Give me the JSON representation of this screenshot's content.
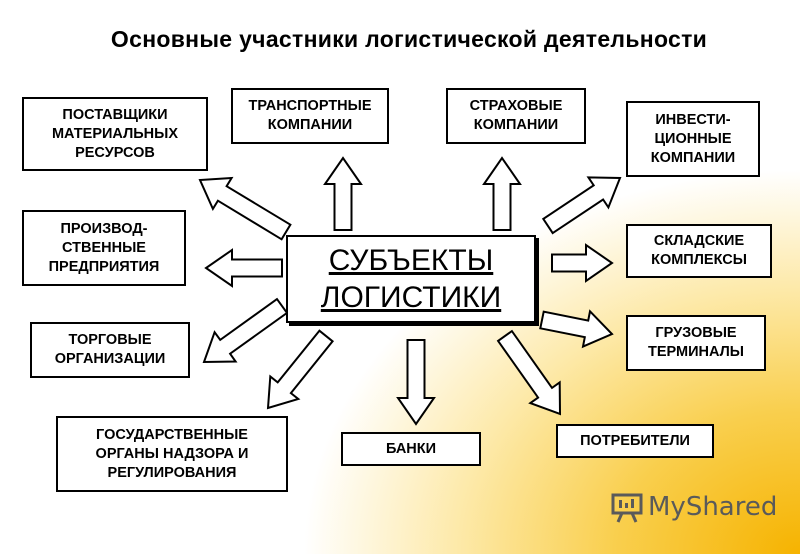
{
  "title": "Основные участники логистической деятельности",
  "center": "СУБЪЕКТЫ\nЛОГИСТИКИ",
  "participants": {
    "suppliers": "ПОСТАВЩИКИ\nМАТЕРИАЛЬНЫХ\nРЕСУРСОВ",
    "transport": "ТРАНСПОРТНЫЕ\nКОМПАНИИ",
    "insurance": "СТРАХОВЫЕ\nКОМПАНИИ",
    "investment": "ИНВЕСТИ-\nЦИОННЫЕ\nКОМПАНИИ",
    "manufacturers": "ПРОИЗВОД-\nСТВЕННЫЕ\nПРЕДПРИЯТИЯ",
    "warehouses": "СКЛАДСКИЕ\nКОМПЛЕКСЫ",
    "trade": "ТОРГОВЫЕ\nОРГАНИЗАЦИИ",
    "terminals": "ГРУЗОВЫЕ\nТЕРМИНАЛЫ",
    "government": "ГОСУДАРСТВЕННЫЕ\nОРГАНЫ НАДЗОРА И\nРЕГУЛИРОВАНИЯ",
    "banks": "БАНКИ",
    "consumers": "ПОТРЕБИТЕЛИ"
  },
  "logo": {
    "text": "MyShared",
    "icon": "presentation-board-icon"
  }
}
